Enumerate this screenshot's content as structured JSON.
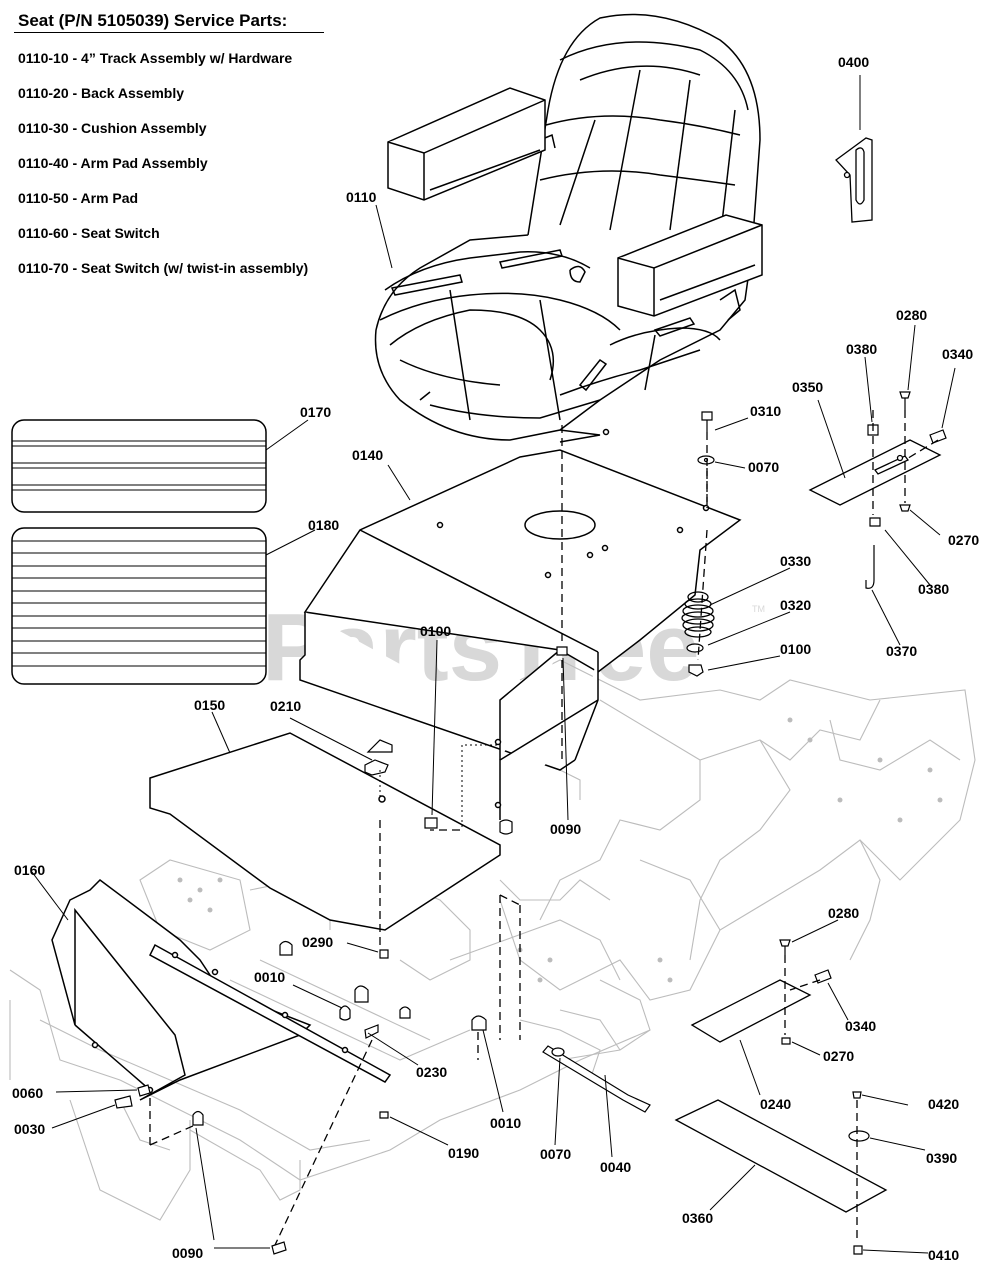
{
  "header": {
    "title": "Seat (P/N 5105039) Service Parts:"
  },
  "service_parts": [
    "0110-10 - 4” Track Assembly w/ Hardware",
    "0110-20 - Back Assembly",
    "0110-30 - Cushion Assembly",
    "0110-40 - Arm Pad Assembly",
    "0110-50 - Arm Pad",
    "0110-60 - Seat Switch",
    "0110-70 - Seat Switch (w/ twist-in assembly)"
  ],
  "watermark": {
    "text": "PartsTree",
    "trademark": "TM"
  },
  "callouts": {
    "c0400": "0400",
    "c0110": "0110",
    "c0280a": "0280",
    "c0380a": "0380",
    "c0340a": "0340",
    "c0350": "0350",
    "c0170": "0170",
    "c0310": "0310",
    "c0140": "0140",
    "c0070a": "0070",
    "c0270a": "0270",
    "c0180": "0180",
    "c0330": "0330",
    "c0380b": "0380",
    "c0320": "0320",
    "c0100a": "0100",
    "c0100b": "0100",
    "c0370": "0370",
    "c0150": "0150",
    "c0210": "0210",
    "c0090a": "0090",
    "c0160": "0160",
    "c0280b": "0280",
    "c0290": "0290",
    "c0010a": "0010",
    "c0340b": "0340",
    "c0270b": "0270",
    "c0230": "0230",
    "c0060": "0060",
    "c0240": "0240",
    "c0420": "0420",
    "c0030": "0030",
    "c0010b": "0010",
    "c0190": "0190",
    "c0070b": "0070",
    "c0040": "0040",
    "c0390": "0390",
    "c0360": "0360",
    "c0090b": "0090",
    "c0410": "0410"
  }
}
